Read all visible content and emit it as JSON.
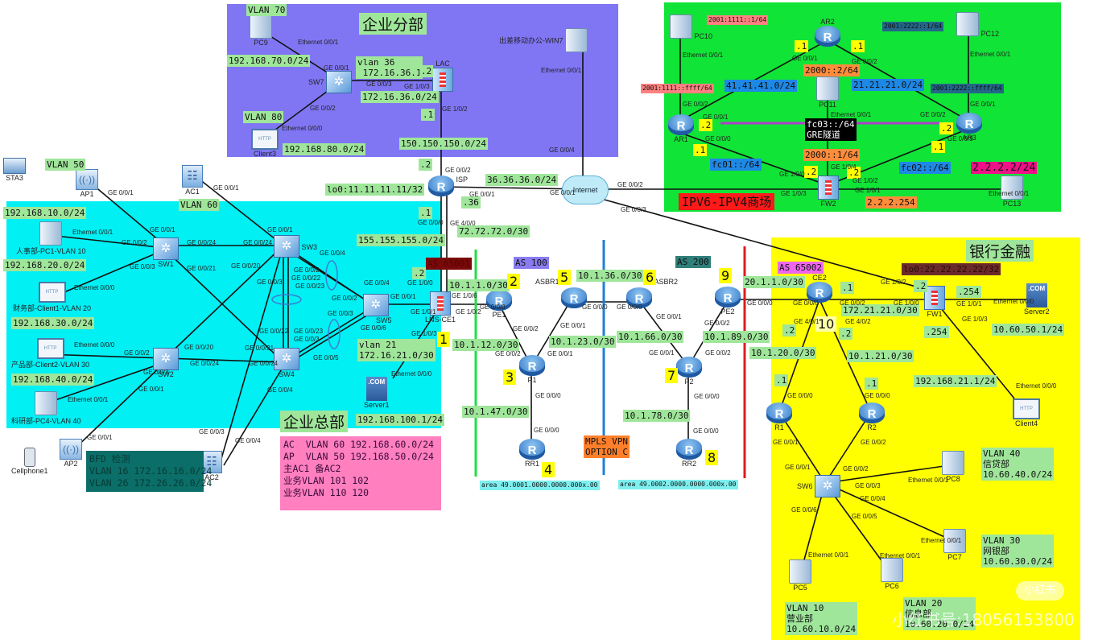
{
  "colors": {
    "branch_bg": "#8076f4",
    "hq_bg": "#00f0f4",
    "ipv6_bg": "#10e436",
    "bank_bg": "#ffff00",
    "label_green": "#9fe69a",
    "number_yellow": "#ffff00",
    "as65001_bg": "#7a0a0a",
    "as100_bg": "#8a7cf0",
    "as200_bg": "#2f7f7a",
    "as65002_bg": "#ee66ee",
    "mpls_bg": "#ff7f2a",
    "bfd_bg": "#0b6e68",
    "wlan_box_bg": "#ff7fbf",
    "area_bg": "#7ef0f0",
    "gre_line": "#b040c8",
    "ipv6_pink": "#ff8080",
    "ipv6_teal": "#226688",
    "ipv6_blue": "#1e88e5",
    "ipv6_orange": "#ff8c3a",
    "ipv6_magenta": "#ee1188",
    "ipv6_red": "#ff1a1a",
    "as_line_green": "#22dd44",
    "as_line_blue": "#1e7fd8",
    "as_line_red": "#dd1c1c"
  },
  "zones": {
    "branch": {
      "title": "企业分部"
    },
    "hq": {
      "title": "企业总部"
    },
    "ipv6": {
      "title": "IPV6-IPV4商场"
    },
    "bank": {
      "title": "银行金融"
    }
  },
  "devices": {
    "PC9": "PC9",
    "SW7": "SW7",
    "LAC": "LAC",
    "Client3": "Client3",
    "WIN7": "出差移动办公-WIN7",
    "PC10": "PC10",
    "AR2": "AR2",
    "PC12": "PC12",
    "PC11": "PC11",
    "AR1": "AR1",
    "AR3": "AR3",
    "FW2": "FW2",
    "PC13": "PC13",
    "STA3": "STA3",
    "AP1": "AP1",
    "AC1": "AC1",
    "PC1": "人事部-PC1-VLAN 10",
    "SW1": "SW1",
    "Client1": "财务部-Client1-VLAN 20",
    "SW3": "SW3",
    "SW5": "SW5",
    "SW2": "SW2",
    "SW4": "SW4",
    "Client2": "产品部-Client2-VLAN 30",
    "PC4": "科研部-PC4-VLAN 40",
    "AP2": "AP2",
    "Cellphone1": "Cellphone1",
    "AC2": "AC2",
    "Server1": "Server1",
    "LNSCE1": "LNS-CE1",
    "ISP": "ISP",
    "Internet": "Internet",
    "PE1": "PE1",
    "ASBR1": "ASBR1",
    "ASBR2": "ASBR2",
    "PE2": "PE2",
    "P1": "P1",
    "P2": "P2",
    "RR1": "RR1",
    "RR2": "RR2",
    "CE2": "CE2",
    "FW1": "FW1",
    "Server2": "Server2",
    "Client4": "Client4",
    "R1": "R1",
    "R2": "R2",
    "SW6": "SW6",
    "PC5": "PC5",
    "PC6": "PC6",
    "PC7": "PC7",
    "PC8": "PC8"
  },
  "labels": {
    "vlan70": "VLAN 70",
    "net70": "192.168.70.0/24",
    "vlan36": "vlan 36\n 172.16.36.1",
    "lac_dot2": ".2",
    "net36": "172.16.36.0/24",
    "vlan80": "VLAN 80",
    "net80": "192.168.80.0/24",
    "lac_dot1": ".1",
    "net150": "150.150.150.0/24",
    "isp_dot2": ".2",
    "lo0_isp": "lo0:11.11.11.11/32",
    "net36_36": "36.36.36.0/24",
    "isp_dot36": ".36",
    "isp_dot1": ".1",
    "net155": "155.155.155.0/24",
    "net72": "72.72.72.0/30",
    "ce1_dot2": ".2",
    "net10_1_1": "10.1.1.0/30",
    "vlan50": "VLAN 50",
    "vlan60": "VLAN 60",
    "net10": "192.168.10.0/24",
    "net20": "192.168.20.0/24",
    "net30": "192.168.30.0/24",
    "net40": "192.168.40.0/24",
    "vlan21": "vlan 21\n172.16.21.0/30",
    "server1_ip": "192.168.100.1/24",
    "as65001": "AS 65001",
    "as100": "AS 100",
    "as200": "AS 200",
    "as65002": "AS 65002",
    "net10_1_12": "10.1.12.0/30",
    "net10_1_23": "10.1.23.0/30",
    "net10_1_36": "10.1.36.0/30",
    "net10_1_66": "10.1.66.0/30",
    "net10_1_89": "10.1.89.0/30",
    "net10_1_47": "10.1.47.0/30",
    "net10_1_78": "10.1.78.0/30",
    "mpls": "MPLS VPN\nOPTION C",
    "area1": "area 49.0001.0000.0000.000x.00",
    "area2": "area 49.0002.0000.0000.000x.00",
    "net20_1_1": "20.1.1.0/30",
    "net172_21": "172.21.21.0/30",
    "net10_1_20": "10.1.20.0/30",
    "net10_1_21": "10.1.21.0/30",
    "lo0_fw1": "lo0:22.22.22.22/32",
    "fw1_254a": ".254",
    "fw1_254b": ".254",
    "fw1_dot2": ".2",
    "server2_ip": "10.60.50.1/24",
    "client4_net": "192.168.21.1/24",
    "ce2_dot1": ".1",
    "ce2_dot2a": ".2",
    "ce2_dot2b": ".2",
    "r1_dot1": ".1",
    "r2_dot1": ".1",
    "pc8_box": "VLAN 40\n信贷部\n10.60.40.0/24",
    "pc7_box": "VLAN 30\n网银部\n10.60.30.0/24",
    "pc5_box": "VLAN 10\n营业部\n10.60.10.0/24",
    "pc6_box": "VLAN 20\n信息部\n10.60.20.0/24",
    "v6_pc10": "2001:1111::1/64",
    "v6_ar1": "2001:1111::ffff/64",
    "v6_pc12": "2001:2222::1/64",
    "v6_ar3": "2001:2222::ffff/64",
    "v6_2000_2": "2000::2/64",
    "v6_2000_1": "2000::1/64",
    "net41": "41.41.41.0/24",
    "net21": "21.21.21.0/24",
    "gre": "fc03::/64\nGRE隧道",
    "fc01": "fc01::/64",
    "fc02": "fc02::/64",
    "pc13_ip": "2.2.2.2/24",
    "fw2_ip": "2.2.2.254",
    "ar2_dot1a": ".1",
    "ar2_dot1b": ".1",
    "ar1_dot2": ".2",
    "ar1_dot1": ".1",
    "ar3_dot2": ".2",
    "ar3_dot1": ".1",
    "fw2_dot2a": ".2",
    "fw2_dot2b": ".2"
  },
  "numbers": [
    "1",
    "2",
    "3",
    "4",
    "5",
    "6",
    "7",
    "8",
    "9",
    "10"
  ],
  "bfd_box": "BFD 检测\nVLAN 16 172.16.16.0/24\nVLAN 26 172.26.26.0/24",
  "wlan_box": "AC  VLAN 60 192.168.60.0/24\nAP  VLAN 50 192.168.50.0/24\n主AC1 备AC2\n业务VLAN 101 102\n业务VLAN 110 120",
  "watermark": "小红书号:18056153800"
}
